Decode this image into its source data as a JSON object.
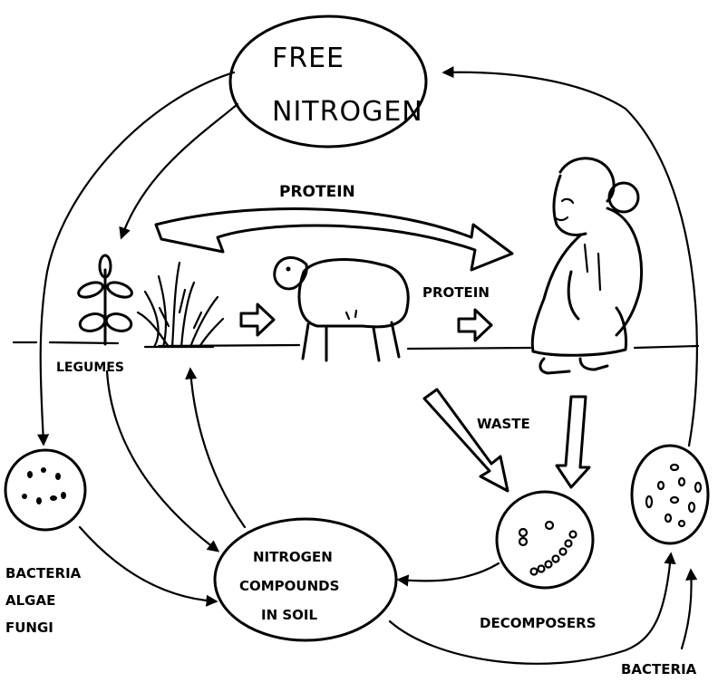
{
  "nodes": {
    "free_nitrogen": [
      "FREE",
      "NITROGEN"
    ],
    "nitrogen_compounds": [
      "NITROGEN",
      "COMPOUNDS",
      "IN SOIL"
    ],
    "bacteria_left": [
      "BACTERIA",
      "ALGAE",
      "FUNGI"
    ],
    "decomposers": "DECOMPOSERS",
    "bacteria_right": "BACTERIA",
    "legumes": "LEGUMES"
  },
  "flow_labels": {
    "protein_top": "PROTEIN",
    "protein_mid": "PROTEIN",
    "waste": "WASTE"
  },
  "illustrations": [
    "legume-plant",
    "grass-plant",
    "sheep",
    "woman-with-baby",
    "microbe-dots"
  ],
  "colors": {
    "ink": "#000000",
    "paper": "#ffffff"
  }
}
